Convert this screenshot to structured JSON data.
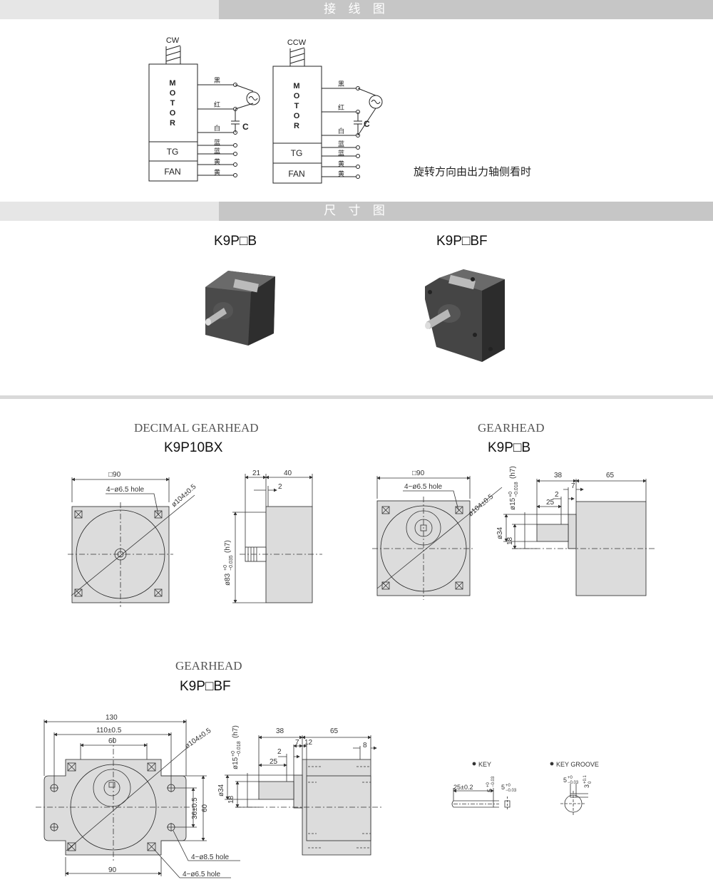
{
  "sections": {
    "wiring_title": "接 线 图",
    "dimension_title": "尺 寸 图"
  },
  "wiring": {
    "cw": {
      "direction": "CW",
      "motor_letters": [
        "M",
        "O",
        "T",
        "O",
        "R"
      ],
      "tg": "TG",
      "fan": "FAN",
      "wires": [
        "黑",
        "红",
        "白",
        "蓝",
        "蓝",
        "黄",
        "黄"
      ],
      "capacitor": "C"
    },
    "ccw": {
      "direction": "CCW",
      "motor_letters": [
        "M",
        "O",
        "T",
        "O",
        "R"
      ],
      "tg": "TG",
      "fan": "FAN",
      "wires": [
        "黑",
        "红",
        "白",
        "蓝",
        "蓝",
        "黄",
        "黄"
      ],
      "capacitor": "C"
    },
    "note": "旋转方向由出力轴侧看时"
  },
  "products": [
    {
      "model": "K9P□B"
    },
    {
      "model": "K9P□BF"
    }
  ],
  "drawings": {
    "decimal": {
      "type": "DECIMAL GEARHEAD",
      "model": "K9P10BX",
      "front": {
        "square": "□90",
        "hole": "4−ø6.5 hole",
        "pcd": "ø104±0.5"
      },
      "side": {
        "d1": "21",
        "d2": "40",
        "d3": "2",
        "shaft_label": "ø83",
        "tol_upper": "+0",
        "tol_lower": "−0.035",
        "fit": "(h7)"
      }
    },
    "gearhead_b": {
      "type": "GEARHEAD",
      "model": "K9P□B",
      "front": {
        "square": "□90",
        "hole": "4−ø6.5 hole",
        "pcd": "ø104±0.5"
      },
      "side": {
        "d38": "38",
        "d65": "65",
        "d7": "7",
        "d2": "2",
        "d25": "25",
        "d34": "ø34",
        "d18": "18",
        "shaft_label": "ø15",
        "tol_upper": "+0",
        "tol_lower": "−0.018",
        "fit": "(h7)"
      }
    },
    "gearhead_bf": {
      "type": "GEARHEAD",
      "model": "K9P□BF",
      "front": {
        "w130": "130",
        "w110": "110±0.5",
        "w60": "60",
        "pcd": "ø104±0.5",
        "h36": "36±0.5",
        "h60": "60",
        "w90": "90",
        "hole_a": "4−ø8.5 hole",
        "hole_b": "4−ø6.5 hole"
      },
      "side": {
        "d38": "38",
        "d65": "65",
        "d7": "7",
        "d12": "12",
        "d8": "8",
        "d2": "2",
        "d25": "25",
        "d34": "ø34",
        "d18": "18",
        "shaft_label": "ø15",
        "tol_upper": "+0",
        "tol_lower": "−0.018",
        "fit": "(h7)"
      }
    },
    "key": {
      "label": "KEY",
      "len": "25±0.2",
      "w": "5",
      "w_upper": "+0",
      "w_lower": "−0.03",
      "w2": "5",
      "w2_upper": "+0",
      "w2_lower": "−0.03"
    },
    "keygroove": {
      "label": "KEY GROOVE",
      "w": "5",
      "w_upper": "+0",
      "w_lower": "−0.03",
      "d": "3",
      "d_upper": "+0.1",
      "d_lower": "0"
    }
  },
  "colors": {
    "band_light": "#e6e6e6",
    "band_dark": "#c6c6c6",
    "part": "#dcdcdc",
    "motor_body": "#3f3f3f"
  }
}
